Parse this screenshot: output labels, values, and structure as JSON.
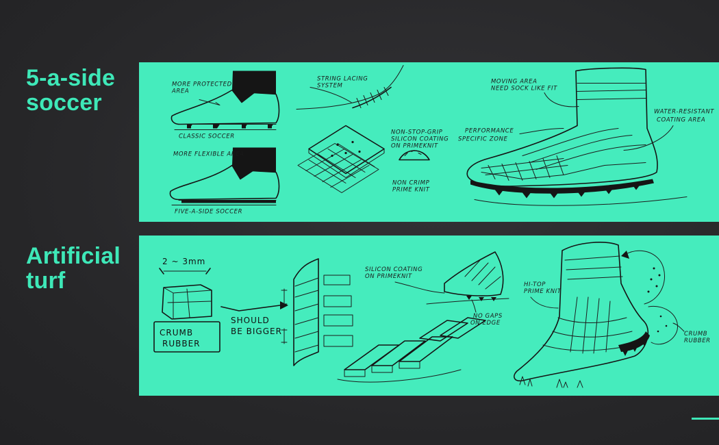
{
  "headings": {
    "top": [
      "5-a-side",
      "soccer"
    ],
    "bottom": [
      "Artificial",
      "turf"
    ]
  },
  "panel_top": {
    "labels": {
      "more_protected_area": [
        "MORE PROTECTED",
        "AREA"
      ],
      "classic_soccer": "CLASSIC SOCCER",
      "more_flexible_area": "MORE FLEXIBLE AREA",
      "five_a_side_soccer": "FIVE-A-SIDE SOCCER",
      "string_lacing": [
        "STRING LACING",
        "SYSTEM"
      ],
      "non_stop_grip": [
        "NON-STOP-GRIP",
        "SILICON COATING",
        "ON PRIMEKNIT"
      ],
      "non_crimp": [
        "NON CRIMP",
        "PRIME KNIT"
      ],
      "moving_area": [
        "MOVING AREA",
        "NEED SOCK LIKE FIT"
      ],
      "performance_zone": [
        "PERFORMANCE",
        "SPECIFIC ZONE"
      ],
      "water_resistant": [
        "WATER-RESISTANT",
        "COATING AREA"
      ]
    }
  },
  "panel_bottom": {
    "labels": {
      "dimension": "2 ~ 3mm",
      "crumb_rubber_box": [
        "CRUMB",
        "RUBBER"
      ],
      "should_be_bigger": [
        "SHOULD",
        "BE BIGGER"
      ],
      "silicon_coating": [
        "SILICON COATING",
        "ON PRIMEKNIT"
      ],
      "no_gaps": [
        "NO GAPS",
        "ON EDGE"
      ],
      "hi_top": [
        "HI-TOP",
        "PRIME KNIT"
      ],
      "crumb_rubber_side": [
        "CRUMB",
        "RUBBER"
      ]
    }
  },
  "colors": {
    "background": "#2b2b2d",
    "accent": "#3ee8b8",
    "panel": "#45ecbd",
    "ink": "#151515"
  }
}
